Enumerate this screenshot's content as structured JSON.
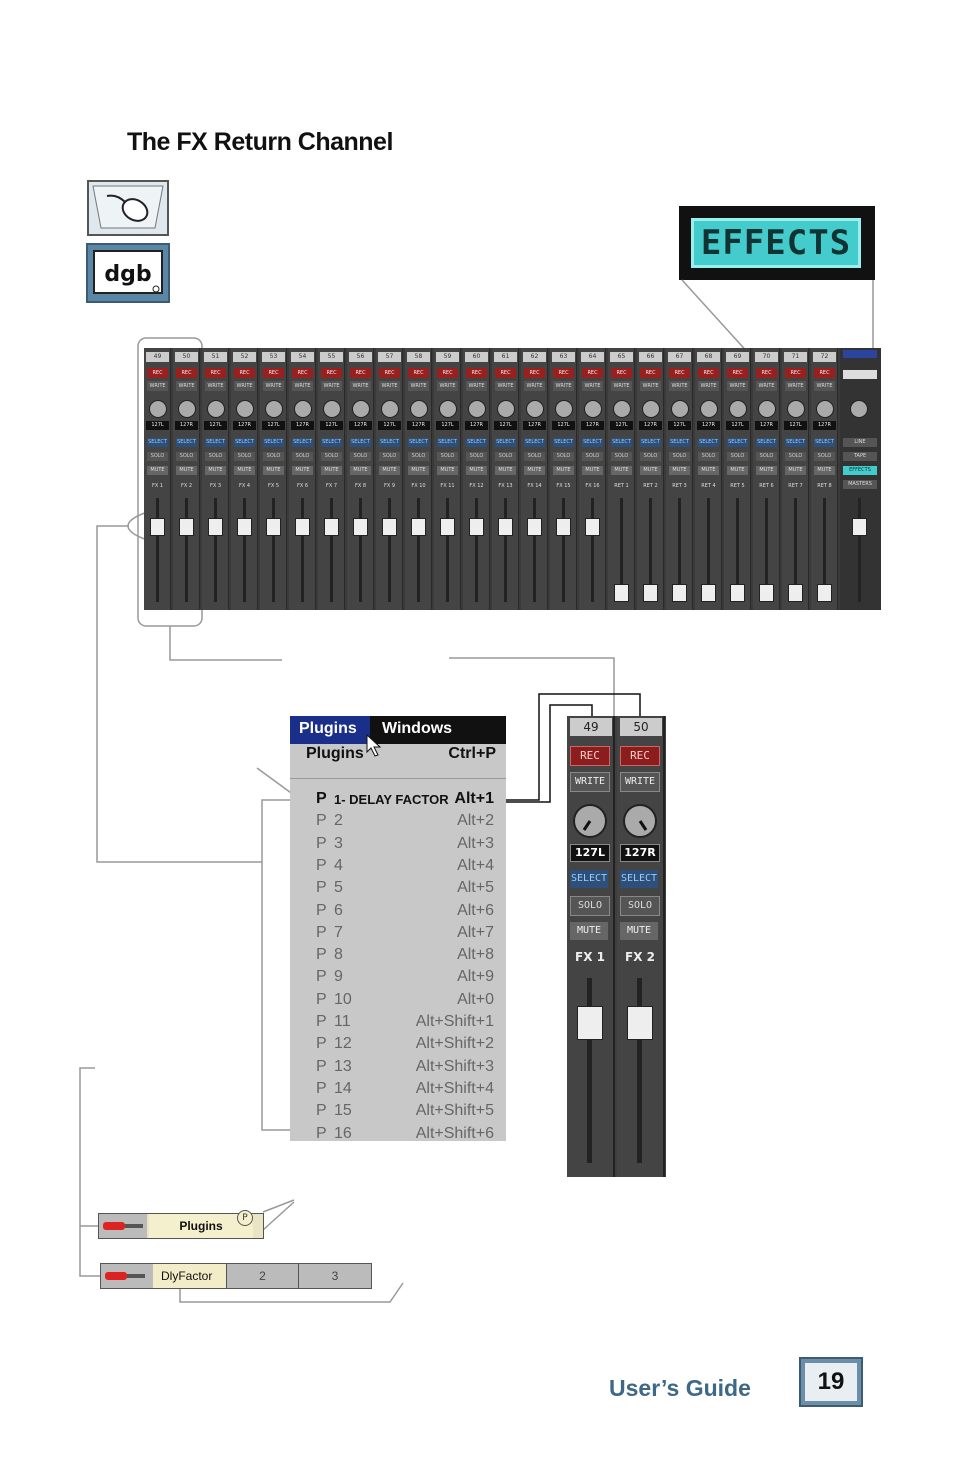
{
  "title": "The FX Return Channel",
  "effects_label": "EFFECTS",
  "mixer": {
    "channels": [
      {
        "num": "49",
        "label": "FX 1",
        "pan": "127L",
        "fx": true
      },
      {
        "num": "50",
        "label": "FX 2",
        "pan": "127R",
        "fx": true
      },
      {
        "num": "51",
        "label": "FX 3",
        "pan": "127L",
        "fx": true
      },
      {
        "num": "52",
        "label": "FX 4",
        "pan": "127R",
        "fx": true
      },
      {
        "num": "53",
        "label": "FX 5",
        "pan": "127L",
        "fx": true
      },
      {
        "num": "54",
        "label": "FX 6",
        "pan": "127R",
        "fx": true
      },
      {
        "num": "55",
        "label": "FX 7",
        "pan": "127L",
        "fx": true
      },
      {
        "num": "56",
        "label": "FX 8",
        "pan": "127R",
        "fx": true
      },
      {
        "num": "57",
        "label": "FX 9",
        "pan": "127L",
        "fx": true
      },
      {
        "num": "58",
        "label": "FX 10",
        "pan": "127R",
        "fx": true
      },
      {
        "num": "59",
        "label": "FX 11",
        "pan": "127L",
        "fx": true
      },
      {
        "num": "60",
        "label": "FX 12",
        "pan": "127R",
        "fx": true
      },
      {
        "num": "61",
        "label": "FX 13",
        "pan": "127L",
        "fx": true
      },
      {
        "num": "62",
        "label": "FX 14",
        "pan": "127R",
        "fx": true
      },
      {
        "num": "63",
        "label": "FX 15",
        "pan": "127L",
        "fx": true
      },
      {
        "num": "64",
        "label": "FX 16",
        "pan": "127R",
        "fx": true
      },
      {
        "num": "65",
        "label": "RET 1",
        "pan": "127L",
        "fx": false
      },
      {
        "num": "66",
        "label": "RET 2",
        "pan": "127R",
        "fx": false
      },
      {
        "num": "67",
        "label": "RET 3",
        "pan": "127L",
        "fx": false
      },
      {
        "num": "68",
        "label": "RET 4",
        "pan": "127R",
        "fx": false
      },
      {
        "num": "69",
        "label": "RET 5",
        "pan": "127L",
        "fx": false
      },
      {
        "num": "70",
        "label": "RET 6",
        "pan": "127R",
        "fx": false
      },
      {
        "num": "71",
        "label": "RET 7",
        "pan": "127L",
        "fx": false
      },
      {
        "num": "72",
        "label": "RET 8",
        "pan": "127R",
        "fx": false
      }
    ],
    "strip_labels": {
      "rec": "REC",
      "write": "WRITE",
      "select": "SELECT",
      "solo": "SOLO",
      "mute": "MUTE"
    },
    "master_buttons": [
      "LINE",
      "TAPE",
      "EFFECTS",
      "MASTERS"
    ]
  },
  "menu": {
    "bar": [
      "Plugins",
      "Windows"
    ],
    "header": {
      "label": "Plugins",
      "shortcut": "Ctrl+P"
    },
    "items": [
      {
        "p": "P",
        "n": "1- DELAY FACTOR",
        "k": "Alt+1"
      },
      {
        "p": "P",
        "n": "2",
        "k": "Alt+2"
      },
      {
        "p": "P",
        "n": "3",
        "k": "Alt+3"
      },
      {
        "p": "P",
        "n": "4",
        "k": "Alt+4"
      },
      {
        "p": "P",
        "n": "5",
        "k": "Alt+5"
      },
      {
        "p": "P",
        "n": "6",
        "k": "Alt+6"
      },
      {
        "p": "P",
        "n": "7",
        "k": "Alt+7"
      },
      {
        "p": "P",
        "n": "8",
        "k": "Alt+8"
      },
      {
        "p": "P",
        "n": "9",
        "k": "Alt+9"
      },
      {
        "p": "P",
        "n": "10",
        "k": "Alt+0"
      },
      {
        "p": "P",
        "n": "11",
        "k": "Alt+Shift+1"
      },
      {
        "p": "P",
        "n": "12",
        "k": "Alt+Shift+2"
      },
      {
        "p": "P",
        "n": "13",
        "k": "Alt+Shift+3"
      },
      {
        "p": "P",
        "n": "14",
        "k": "Alt+Shift+4"
      },
      {
        "p": "P",
        "n": "15",
        "k": "Alt+Shift+5"
      },
      {
        "p": "P",
        "n": "16",
        "k": "Alt+Shift+6"
      }
    ]
  },
  "zoom": [
    {
      "num": "49",
      "rec": "REC",
      "write": "WRITE",
      "pan": "127L",
      "select": "SELECT",
      "solo": "SOLO",
      "mute": "MUTE",
      "label": "FX 1"
    },
    {
      "num": "50",
      "rec": "REC",
      "write": "WRITE",
      "pan": "127R",
      "select": "SELECT",
      "solo": "SOLO",
      "mute": "MUTE",
      "label": "FX 2"
    }
  ],
  "inserts": {
    "plugins_bar": {
      "label": "Plugins",
      "marker": "P"
    },
    "slots": [
      "DlyFactor",
      "2",
      "3"
    ]
  },
  "footer": {
    "guide": "User’s Guide",
    "page": "19"
  },
  "colors": {
    "accent": "#3f6786",
    "rec": "#9a2020",
    "select": "#2d4f78",
    "effects": "#44cccc"
  }
}
